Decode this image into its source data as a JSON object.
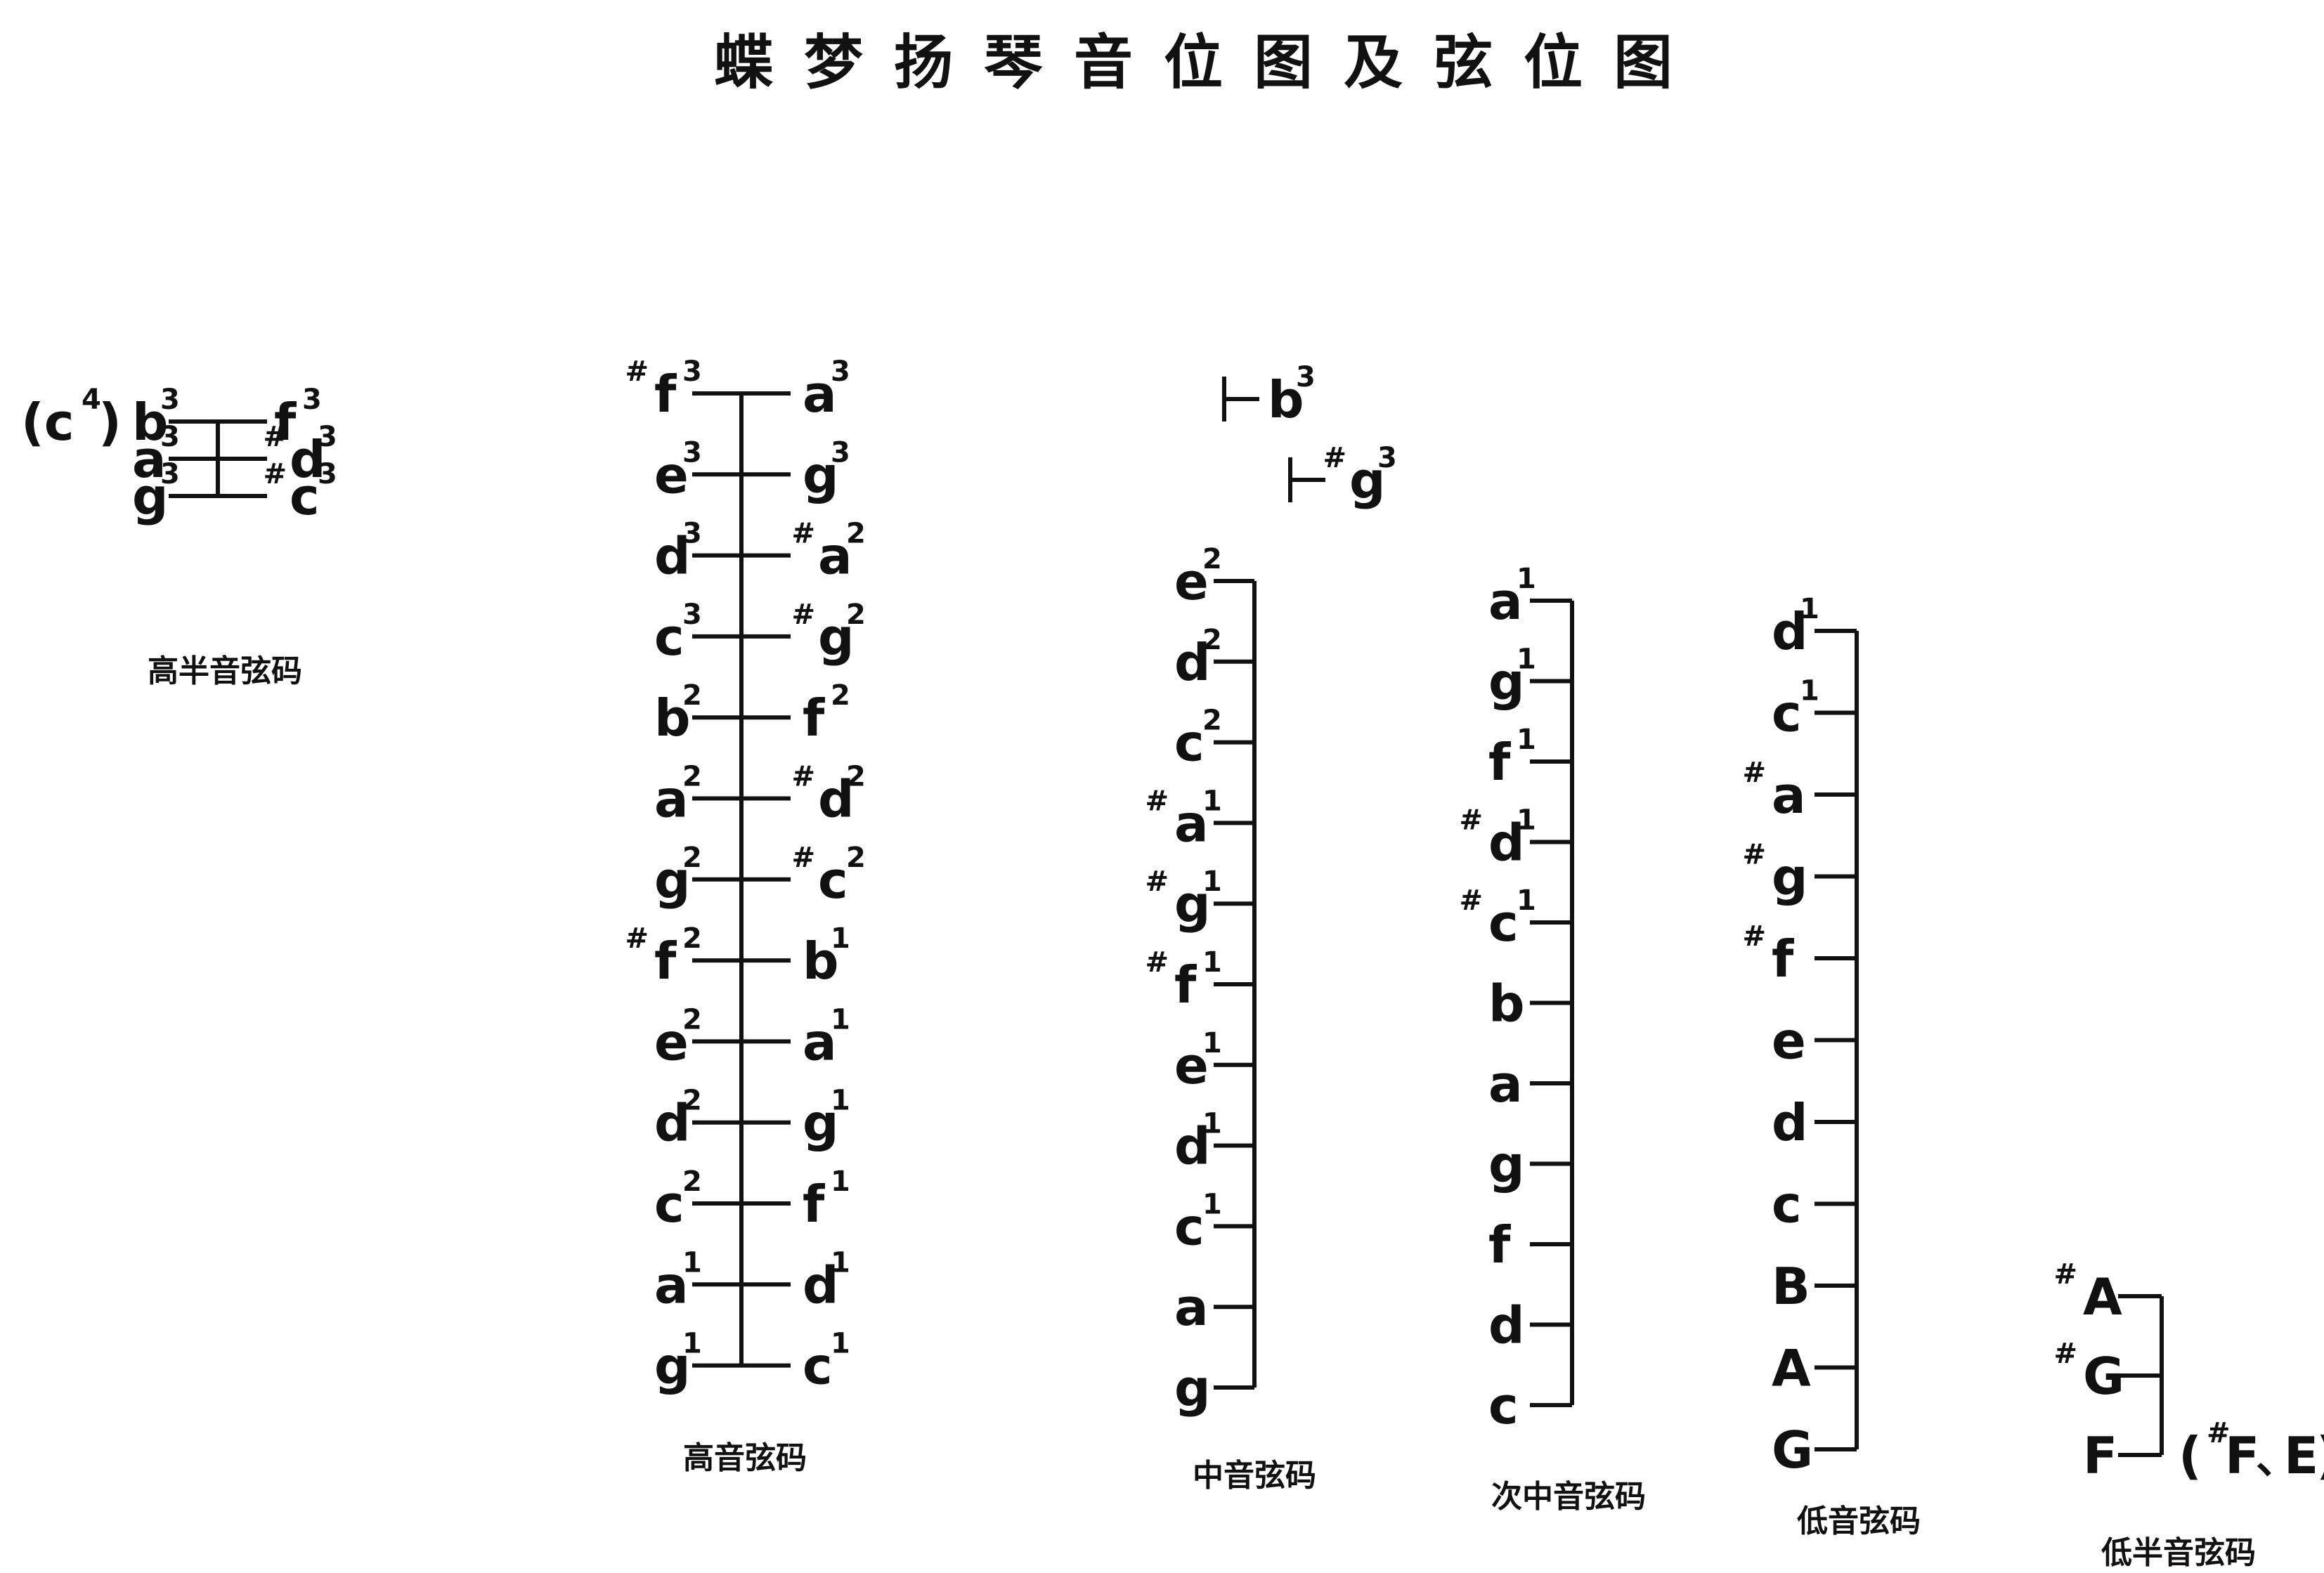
{
  "title": "蝶梦扬琴音位图及弦位图",
  "groups": [
    {
      "id": "high-semitone",
      "label": "高半音弦码",
      "left": [
        {
          "n": "b",
          "s": "3",
          "pre": "(c",
          "pre_s": "4",
          "pre_close": ")"
        },
        {
          "n": "a",
          "s": "3"
        },
        {
          "n": "g",
          "s": "3"
        }
      ],
      "right": [
        {
          "n": "f",
          "s": "3"
        },
        {
          "n": "d",
          "s": "3",
          "sh": "#"
        },
        {
          "n": "c",
          "s": "3",
          "sh": "#"
        }
      ]
    },
    {
      "id": "treble",
      "label": "高音弦码",
      "left": [
        {
          "n": "f",
          "s": "3",
          "sh": "#"
        },
        {
          "n": "e",
          "s": "3"
        },
        {
          "n": "d",
          "s": "3"
        },
        {
          "n": "c",
          "s": "3"
        },
        {
          "n": "b",
          "s": "2"
        },
        {
          "n": "a",
          "s": "2"
        },
        {
          "n": "g",
          "s": "2"
        },
        {
          "n": "f",
          "s": "2",
          "sh": "#"
        },
        {
          "n": "e",
          "s": "2"
        },
        {
          "n": "d",
          "s": "2"
        },
        {
          "n": "c",
          "s": "2"
        },
        {
          "n": "a",
          "s": "1"
        },
        {
          "n": "g",
          "s": "1"
        }
      ],
      "right": [
        {
          "n": "a",
          "s": "3"
        },
        {
          "n": "g",
          "s": "3"
        },
        {
          "n": "a",
          "s": "2",
          "sh": "#"
        },
        {
          "n": "g",
          "s": "2",
          "sh": "#"
        },
        {
          "n": "f",
          "s": "2"
        },
        {
          "n": "d",
          "s": "2",
          "sh": "#"
        },
        {
          "n": "c",
          "s": "2",
          "sh": "#"
        },
        {
          "n": "b",
          "s": "1"
        },
        {
          "n": "a",
          "s": "1"
        },
        {
          "n": "g",
          "s": "1"
        },
        {
          "n": "f",
          "s": "1"
        },
        {
          "n": "d",
          "s": "1"
        },
        {
          "n": "c",
          "s": "1"
        }
      ]
    },
    {
      "id": "middle",
      "label": "中音弦码",
      "top": [
        {
          "n": "b",
          "s": "3"
        },
        {
          "n": "g",
          "s": "3",
          "sh": "#"
        }
      ],
      "left": [
        {
          "n": "e",
          "s": "2"
        },
        {
          "n": "d",
          "s": "2"
        },
        {
          "n": "c",
          "s": "2"
        },
        {
          "n": "a",
          "s": "1",
          "sh": "#"
        },
        {
          "n": "g",
          "s": "1",
          "sh": "#"
        },
        {
          "n": "f",
          "s": "1",
          "sh": "#"
        },
        {
          "n": "e",
          "s": "1"
        },
        {
          "n": "d",
          "s": "1"
        },
        {
          "n": "c",
          "s": "1"
        },
        {
          "n": "a"
        },
        {
          "n": "g"
        }
      ]
    },
    {
      "id": "sub-middle",
      "label": "次中音弦码",
      "left": [
        {
          "n": "a",
          "s": "1"
        },
        {
          "n": "g",
          "s": "1"
        },
        {
          "n": "f",
          "s": "1"
        },
        {
          "n": "d",
          "s": "1",
          "sh": "#"
        },
        {
          "n": "c",
          "s": "1",
          "sh": "#"
        },
        {
          "n": "b"
        },
        {
          "n": "a"
        },
        {
          "n": "g"
        },
        {
          "n": "f"
        },
        {
          "n": "d"
        },
        {
          "n": "c"
        }
      ]
    },
    {
      "id": "bass",
      "label": "低音弦码",
      "left": [
        {
          "n": "d",
          "s": "1"
        },
        {
          "n": "c",
          "s": "1"
        },
        {
          "n": "a",
          "sh": "#"
        },
        {
          "n": "g",
          "sh": "#"
        },
        {
          "n": "f",
          "sh": "#"
        },
        {
          "n": "e"
        },
        {
          "n": "d"
        },
        {
          "n": "c"
        },
        {
          "n": "B"
        },
        {
          "n": "A"
        },
        {
          "n": "G"
        }
      ]
    },
    {
      "id": "low-semitone",
      "label": "低半音弦码",
      "left": [
        {
          "n": "A",
          "sh": "#"
        },
        {
          "n": "G",
          "sh": "#"
        },
        {
          "n": "F"
        }
      ],
      "extra": {
        "open": "(",
        "sh": "#",
        "a": "F",
        "sep": "、",
        "b": "E",
        "close": ")"
      }
    }
  ]
}
